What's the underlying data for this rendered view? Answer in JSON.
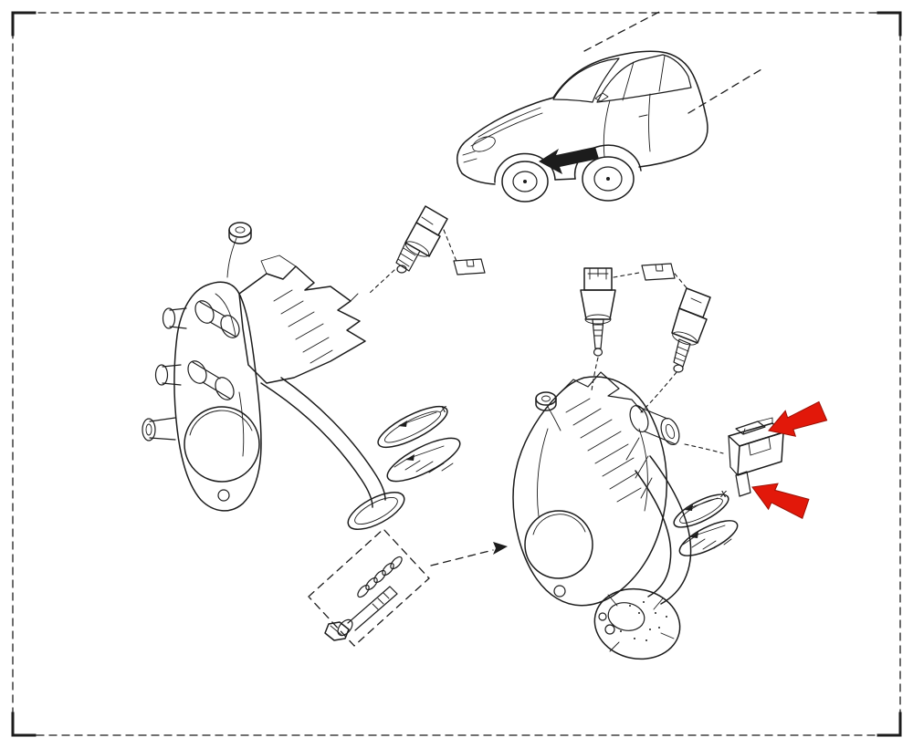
{
  "colors": {
    "paper": "#ffffff",
    "ink": "#1c1c1c",
    "highlight_red": "#e2180a"
  },
  "diagram": {
    "type": "exploded-parts-diagram",
    "labels": {
      "left_pedal_pad_marker": "x",
      "right_pedal_pad_marker": "x"
    },
    "highlight": {
      "arrow_count": 2,
      "target": "switch-mount-bracket"
    }
  }
}
